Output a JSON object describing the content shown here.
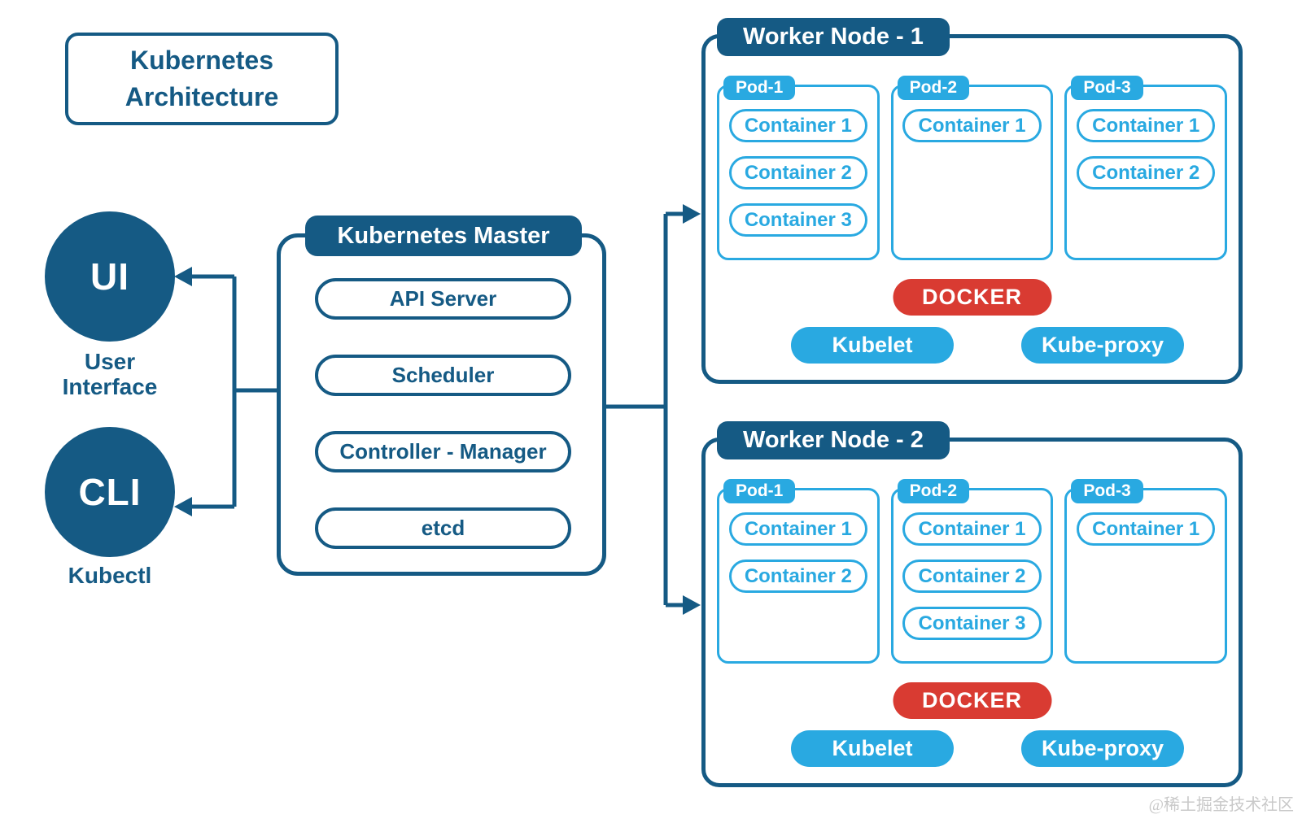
{
  "title": "Kubernetes Architecture",
  "clients": [
    {
      "abbr": "UI",
      "label": "User Interface"
    },
    {
      "abbr": "CLI",
      "label": "Kubectl"
    }
  ],
  "master": {
    "title": "Kubernetes Master",
    "components": [
      "API Server",
      "Scheduler",
      "Controller - Manager",
      "etcd"
    ]
  },
  "workers": [
    {
      "title": "Worker Node - 1",
      "pods": [
        {
          "name": "Pod-1",
          "containers": [
            "Container 1",
            "Container 2",
            "Container 3"
          ]
        },
        {
          "name": "Pod-2",
          "containers": [
            "Container 1"
          ]
        },
        {
          "name": "Pod-3",
          "containers": [
            "Container 1",
            "Container 2"
          ]
        }
      ],
      "runtime": "DOCKER",
      "agents": [
        "Kubelet",
        "Kube-proxy"
      ]
    },
    {
      "title": "Worker Node - 2",
      "pods": [
        {
          "name": "Pod-1",
          "containers": [
            "Container 1",
            "Container 2"
          ]
        },
        {
          "name": "Pod-2",
          "containers": [
            "Container 1",
            "Container 2",
            "Container 3"
          ]
        },
        {
          "name": "Pod-3",
          "containers": [
            "Container 1"
          ]
        }
      ],
      "runtime": "DOCKER",
      "agents": [
        "Kubelet",
        "Kube-proxy"
      ]
    }
  ],
  "watermark": "@稀土掘金技术社区",
  "colors": {
    "dark_blue": "#155a84",
    "light_blue": "#29a9e1",
    "red": "#d93b32",
    "watermark_gray": "#c9c9c9"
  }
}
